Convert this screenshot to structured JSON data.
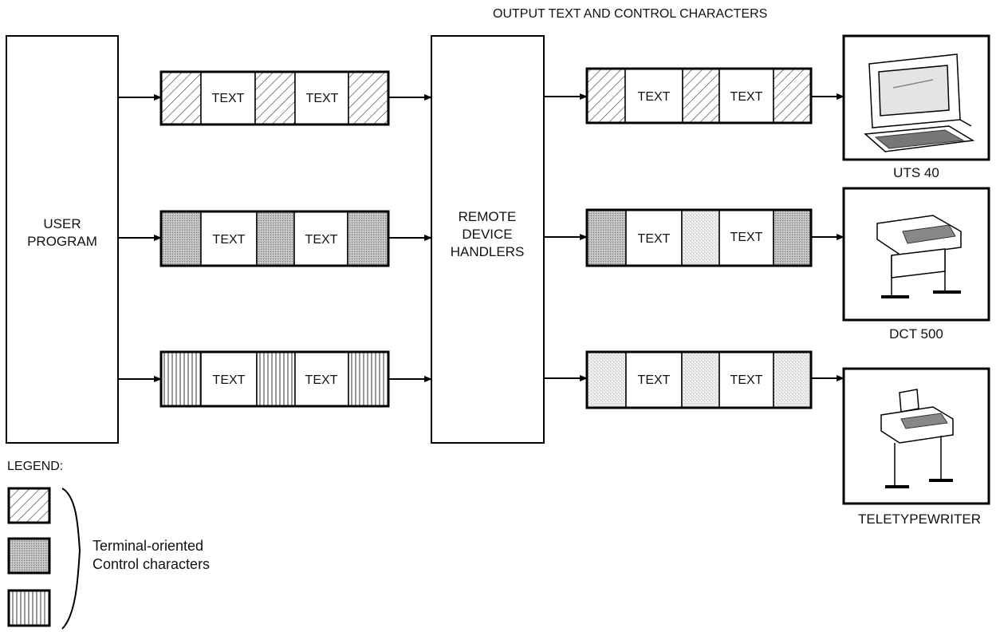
{
  "header": {
    "title": "OUTPUT TEXT AND CONTROL CHARACTERS"
  },
  "user_program": {
    "line1": "USER",
    "line2": "PROGRAM"
  },
  "handlers": {
    "line1": "REMOTE",
    "line2": "DEVICE",
    "line3": "HANDLERS"
  },
  "streams": {
    "input": [
      {
        "pattern": "diagonal-hatch",
        "segments": [
          "",
          "TEXT",
          "",
          "TEXT",
          ""
        ]
      },
      {
        "pattern": "stipple",
        "segments": [
          "",
          "TEXT",
          "",
          "TEXT",
          ""
        ]
      },
      {
        "pattern": "vertical-lines",
        "segments": [
          "",
          "TEXT",
          "",
          "TEXT",
          ""
        ]
      }
    ],
    "output": [
      {
        "pattern": "diagonal-hatch",
        "segments": [
          "",
          "TEXT",
          "",
          "TEXT",
          ""
        ]
      },
      {
        "pattern": "stipple",
        "segments": [
          "",
          "TEXT",
          "",
          "TEXT",
          ""
        ]
      },
      {
        "pattern": "light-stipple",
        "segments": [
          "",
          "TEXT",
          "",
          "TEXT",
          ""
        ]
      }
    ]
  },
  "devices": [
    {
      "name": "UTS 40",
      "icon": "video-display-terminal-icon"
    },
    {
      "name": "DCT 500",
      "icon": "printer-terminal-icon"
    },
    {
      "name": "TELETYPEWRITER",
      "icon": "teletypewriter-icon"
    }
  ],
  "legend": {
    "title": "LEGEND:",
    "swatches": [
      "diagonal-hatch",
      "stipple",
      "vertical-lines"
    ],
    "description_line1": "Terminal-oriented",
    "description_line2": "Control characters"
  }
}
